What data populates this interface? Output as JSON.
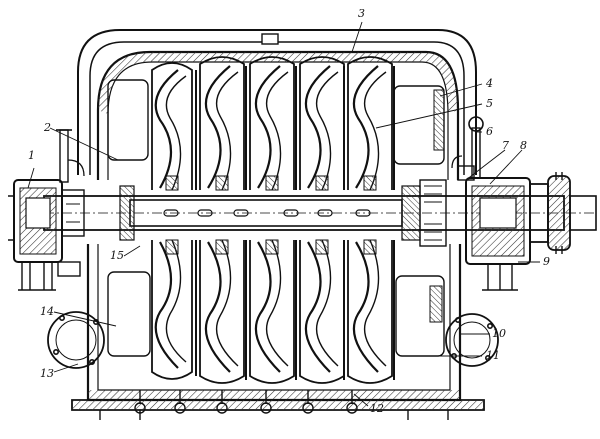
{
  "figure": {
    "callouts": [
      {
        "id": "1",
        "label": "1"
      },
      {
        "id": "2",
        "label": "2"
      },
      {
        "id": "3",
        "label": "3"
      },
      {
        "id": "4",
        "label": "4"
      },
      {
        "id": "5",
        "label": "5"
      },
      {
        "id": "6",
        "label": "6"
      },
      {
        "id": "7",
        "label": "7"
      },
      {
        "id": "8",
        "label": "8"
      },
      {
        "id": "9",
        "label": "9"
      },
      {
        "id": "10",
        "label": "10"
      },
      {
        "id": "11",
        "label": "11"
      },
      {
        "id": "12",
        "label": "12"
      },
      {
        "id": "13",
        "label": "13"
      },
      {
        "id": "14",
        "label": "14"
      },
      {
        "id": "15",
        "label": "15"
      }
    ],
    "colors": {
      "ink": "#111111",
      "paper": "#ffffff",
      "hatch": "#555555"
    }
  }
}
